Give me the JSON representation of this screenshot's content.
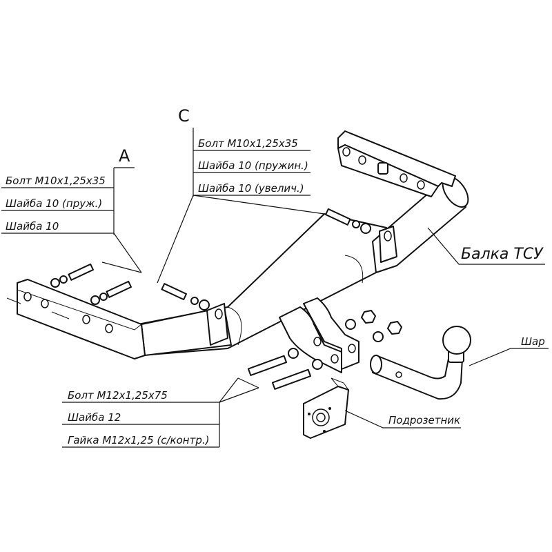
{
  "groups": {
    "a": {
      "letter": "A",
      "lines": [
        "Болт М10x1,25x35",
        "Шайба 10 (пруж.)",
        "Шайба 10"
      ]
    },
    "c": {
      "letter": "С",
      "lines": [
        "Болт М10x1,25x35",
        "Шайба 10 (пружин.)",
        "Шайба 10 (увелич.)"
      ]
    },
    "bottom": {
      "lines": [
        "Болт М12x1,25x75",
        "Шайба 12",
        "Гайка М12x1,25 (с/контр.)"
      ]
    }
  },
  "parts": {
    "beam": "Балка ТСУ",
    "ball": "Шар",
    "socket_plate": "Подрозетник"
  }
}
